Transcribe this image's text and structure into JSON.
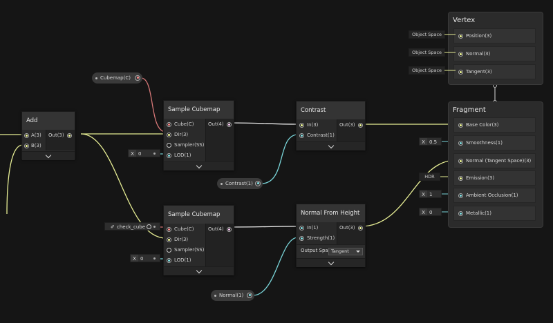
{
  "colors": {
    "float": "#b3e7ff",
    "vec3": "#f6ff9a",
    "vec4": "#fbcbf4",
    "cubemap": "#ff8b8b",
    "wire_float": "#84e4e7",
    "wire_vec3": "#f6ff9a",
    "wire_cube": "#ff8b8b",
    "background": "#151515"
  },
  "nodes": {
    "add": {
      "title": "Add",
      "in_a": "A(3)",
      "in_b": "B(3)",
      "out": "Out(3)"
    },
    "sample1": {
      "title": "Sample Cubemap",
      "in_cube": "Cube(C)",
      "in_dir": "Dir(3)",
      "in_sampler": "Sampler(SS)",
      "in_lod": "LOD(1)",
      "out": "Out(4)",
      "lod_x": "X",
      "lod_val": "0"
    },
    "sample2": {
      "title": "Sample Cubemap",
      "in_cube": "Cube(C)",
      "in_dir": "Dir(3)",
      "in_sampler": "Sampler(SS)",
      "in_lod": "LOD(1)",
      "out": "Out(4)",
      "lod_x": "X",
      "lod_val": "0",
      "cube_field": "check_cube"
    },
    "contrast": {
      "title": "Contrast",
      "in_in": "In(3)",
      "in_contrast": "Contrast(1)",
      "out": "Out(3)"
    },
    "nfh": {
      "title": "Normal From Height",
      "in_in": "In(1)",
      "in_strength": "Strength(1)",
      "out": "Out(3)",
      "space_label": "Output Space",
      "space_value": "Tangent"
    }
  },
  "properties": {
    "cubemap": "Cubemap(C)",
    "contrast": "Contrast(1)",
    "normal": "Normal(1)"
  },
  "vertex": {
    "title": "Vertex",
    "blocks": [
      {
        "label": "Position(3)",
        "space": "Object Space"
      },
      {
        "label": "Normal(3)",
        "space": "Object Space"
      },
      {
        "label": "Tangent(3)",
        "space": "Object Space"
      }
    ]
  },
  "fragment": {
    "title": "Fragment",
    "blocks": [
      {
        "label": "Base Color(3)"
      },
      {
        "label": "Smoothness(1)",
        "x": "X",
        "value": "0.5"
      },
      {
        "label": "Normal (Tangent Space)(3)"
      },
      {
        "label": "Emission(3)",
        "tag": "HDR"
      },
      {
        "label": "Ambient Occlusion(1)",
        "x": "X",
        "value": "1"
      },
      {
        "label": "Metallic(1)",
        "x": "X",
        "value": "0"
      }
    ]
  }
}
